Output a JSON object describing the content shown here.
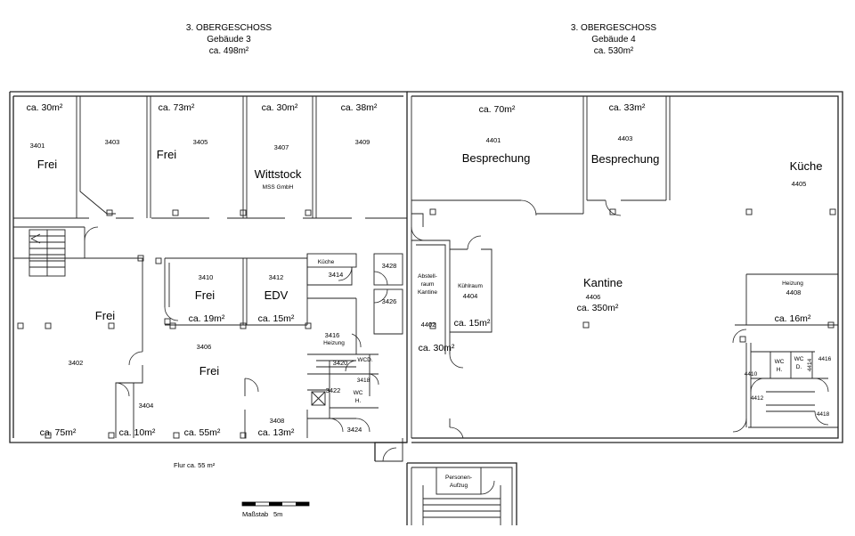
{
  "headers": [
    {
      "floor": "3. OBERGESCHOSS",
      "building": "Gebäude 3",
      "area": "ca. 498m²"
    },
    {
      "floor": "3. OBERGESCHOSS",
      "building": "Gebäude 4",
      "area": "ca. 530m²"
    }
  ],
  "areas": {
    "r3401": "ca. 30m²",
    "r3403": "ca. 73m²",
    "r3407": "ca. 30m²",
    "r3409": "ca. 38m²",
    "r4401": "ca. 70m²",
    "r4403": "ca. 33m²",
    "r3410": "ca. 19m²",
    "r3412": "ca. 15m²",
    "r4404": "ca. 15m²",
    "r4406": "ca. 350m²",
    "r4408": "ca. 16m²",
    "r4402": "ca. 30m²",
    "r3402": "ca. 75m²",
    "r3404": "ca. 10m²",
    "r3406": "ca. 55m²",
    "r3408": "ca. 13m²"
  },
  "rooms": {
    "n3401": "3401",
    "n3403": "3403",
    "n3405": "3405",
    "n3407": "3407",
    "n3409": "3409",
    "n4401": "4401",
    "n4403": "4403",
    "n4405": "4405",
    "n3410": "3410",
    "n3412": "3412",
    "n3414": "3414",
    "n3428": "3428",
    "n3426": "3426",
    "n4402": "4402",
    "n4404": "4404",
    "n4406": "4406",
    "n4408": "4408",
    "n3402": "3402",
    "n3406": "3406",
    "n3416": "3416",
    "n3420": "3420",
    "n3418": "3418",
    "n3422": "3422",
    "n3404": "3404",
    "n3408": "3408",
    "n3424": "3424",
    "n4410": "4410",
    "n4414": "4414",
    "n4416": "4416",
    "n4412": "4412",
    "n4418": "4418"
  },
  "labels": {
    "frei": "Frei",
    "wittstock": "Wittstock",
    "mss": "MSS GmbH",
    "besprechung": "Besprechung",
    "kueche_big": "Küche",
    "kueche_small": "Küche",
    "edv": "EDV",
    "kantine": "Kantine",
    "abstell_1": "Abstell-",
    "abstell_2": "raum",
    "abstell_3": "Kantine",
    "kuehlraum": "Kühlraum",
    "heizung": "Heizung",
    "wcd": "WCD.",
    "wc": "WC",
    "h": "H.",
    "d": "D.",
    "personen_1": "Personen-",
    "personen_2": "Aufzug",
    "flur": "Flur ca. 55 m²",
    "massstab": "Maßstab",
    "massstab_len": "5m"
  }
}
